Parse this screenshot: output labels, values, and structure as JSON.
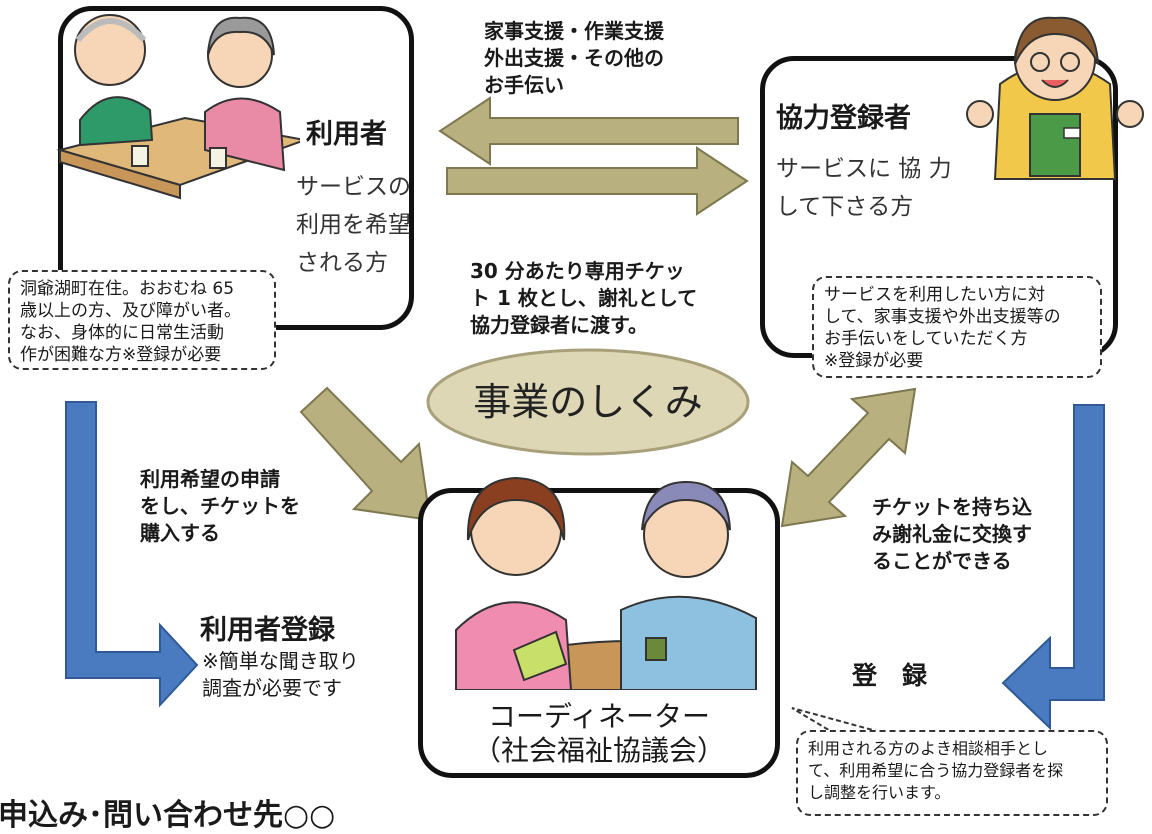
{
  "top_services": [
    "家事支援・作業支援",
    "外出支援・その他の",
    "お手伝い"
  ],
  "user": {
    "title": "利用者",
    "lines": [
      "サービスの",
      "利用を希望",
      "される方"
    ],
    "note": [
      "洞爺湖町在住。おおむね 65",
      "歳以上の方、及び障がい者。",
      "なお、身体的に日常生活動",
      "作が困難な方※登録が必要"
    ]
  },
  "helper": {
    "title": "協力登録者",
    "lines": [
      "サービスに 協 力",
      "して下さる方"
    ],
    "note": [
      "サービスを利用したい方に対",
      "して、家事支援や外出支援等の",
      "お手伝いをしていただく方",
      "※登録が必要"
    ]
  },
  "ticket_note": [
    "30 分あたり専用チケッ",
    "ト 1 枚とし、謝礼として",
    "協力登録者に渡す。"
  ],
  "center_label": "事業のしくみ",
  "apply_note": [
    "利用希望の申請",
    "をし、チケットを",
    "購入する"
  ],
  "exchange_note": [
    "チケットを持ち込",
    "み謝礼金に交換す",
    "ることができる"
  ],
  "user_registration": {
    "title": "利用者登録",
    "lines": [
      "※簡単な聞き取り",
      "調査が必要です"
    ]
  },
  "helper_registration": "登　録",
  "coordinator": {
    "lines": [
      "コーディネーター",
      "（社会福祉協議会）"
    ],
    "note": [
      "利用される方のよき相談相手とし",
      "て、利用希望に合う協力登録者を探",
      "し調整を行います。"
    ]
  },
  "contact_heading": "申込み･問い合わせ先○○",
  "colors": {
    "olive_arrow": "#b8b07e",
    "olive_arrow_dark": "#7e7850",
    "blue_arrow": "#4a7ac0",
    "blue_arrow_dark": "#2f5a96",
    "ellipse_fill": "#ddd7b5",
    "ellipse_stroke": "#a8a07a"
  }
}
